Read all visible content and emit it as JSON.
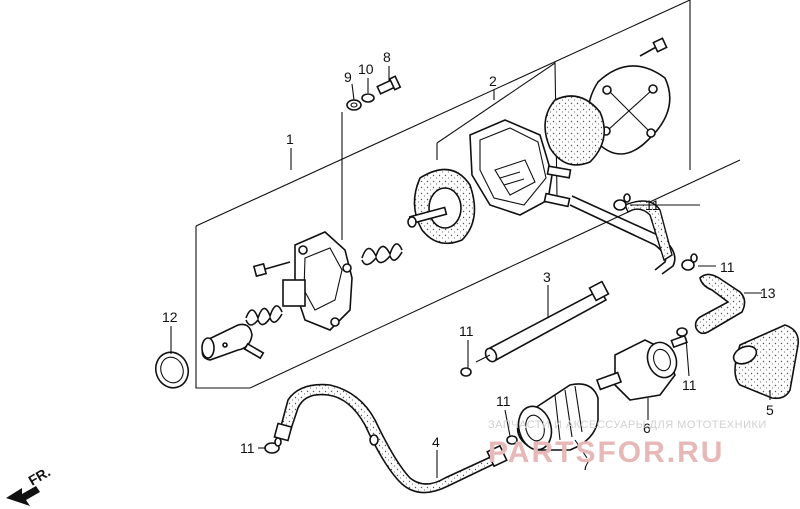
{
  "labels": {
    "l1": "1",
    "l2": "2",
    "l3": "3",
    "l4": "4",
    "l5": "5",
    "l6": "6",
    "l7": "7",
    "l8": "8",
    "l9": "9",
    "l10": "10",
    "l11": "11",
    "l12": "12",
    "l13": "13"
  },
  "front_marker": "FR.",
  "watermark": {
    "line1": "ЗАПЧАСТИ И АКСЕССУАРЫ ДЛЯ МОТОТЕХНИКИ",
    "line2": "PARTSFOR.RU"
  },
  "colors": {
    "ink": "#111111",
    "watermark": "#e6b8b8"
  }
}
